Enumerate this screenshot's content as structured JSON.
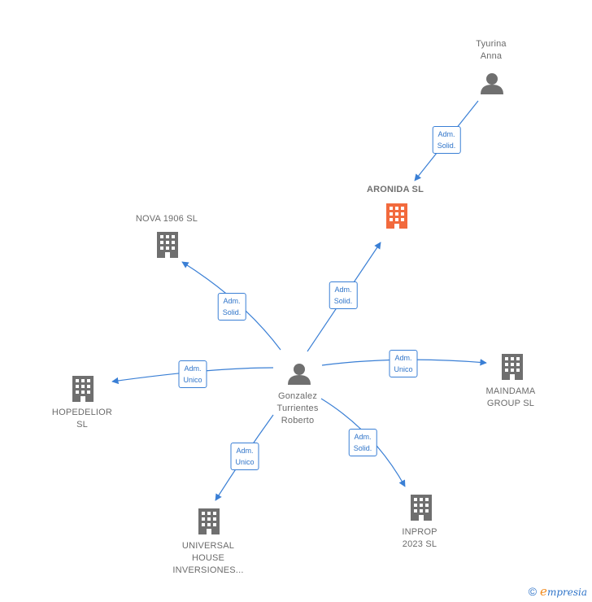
{
  "nodes": {
    "center": {
      "label": "Gonzalez\nTurrientes\nRoberto",
      "kind": "person-icon"
    },
    "tyurina": {
      "label": "Tyurina\nAnna",
      "kind": "person-icon"
    },
    "aronida": {
      "label": "ARONIDA  SL",
      "kind": "building-icon",
      "color": "#f26a3d"
    },
    "nova": {
      "label": "NOVA 1906  SL",
      "kind": "building-icon"
    },
    "hopedelior": {
      "label": "HOPEDELIOR\nSL",
      "kind": "building-icon"
    },
    "universal": {
      "label": "UNIVERSAL\nHOUSE\nINVERSIONES...",
      "kind": "building-icon"
    },
    "inprop": {
      "label": "INPROP\n2023  SL",
      "kind": "building-icon"
    },
    "maindama": {
      "label": "MAINDAMA\nGROUP  SL",
      "kind": "building-icon"
    }
  },
  "edges": {
    "tyurina_aronida": "Adm.\nSolid.",
    "center_aronida": "Adm.\nSolid.",
    "center_nova": "Adm.\nSolid.",
    "center_hopedelior": "Adm.\nUnico",
    "center_universal": "Adm.\nUnico",
    "center_inprop": "Adm.\nSolid.",
    "center_maindama": "Adm.\nUnico"
  },
  "colors": {
    "edge": "#3a7fd5",
    "node": "#6f6f6f",
    "highlight": "#f26a3d"
  },
  "brand": {
    "copyright": "©",
    "initial": "e",
    "name": "mpresia"
  }
}
